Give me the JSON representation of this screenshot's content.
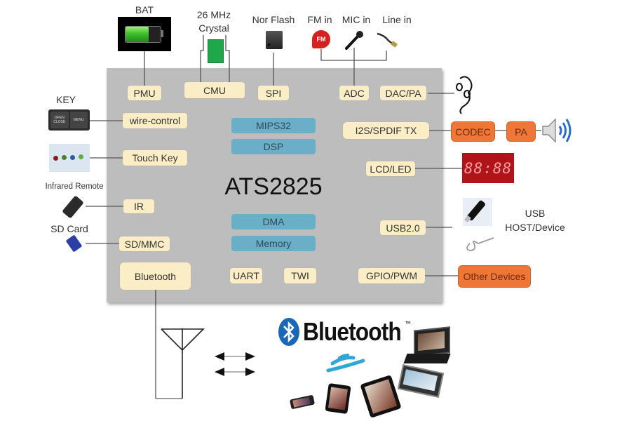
{
  "chip": {
    "name": "ATS2825",
    "core_blocks": [
      "MIPS32",
      "DSP"
    ],
    "memory_blocks": [
      "DMA",
      "Memory"
    ],
    "interfaces": {
      "pmu": "PMU",
      "cmu": "CMU",
      "spi": "SPI",
      "adc": "ADC",
      "dac": "DAC/PA",
      "wire_control": "wire-control",
      "touch_key": "Touch Key",
      "ir": "IR",
      "sdmmc": "SD/MMC",
      "bluetooth": "Bluetooth",
      "uart": "UART",
      "twi": "TWI",
      "i2s": "I2S/SPDIF TX",
      "lcd": "LCD/LED",
      "usb": "USB2.0",
      "gpio": "GPIO/PWM"
    }
  },
  "peripherals": {
    "bat": "BAT",
    "crystal_line1": "26 MHz",
    "crystal_line2": "Crystal",
    "nor_flash": "Nor Flash",
    "fm_in": "FM in",
    "fm_badge": "FM",
    "mic_in": "MIC in",
    "line_in": "Line in",
    "key": "KEY",
    "key_btn1_line1": "OPEN",
    "key_btn1_line2": "CLOSE",
    "key_btn2": "MENU",
    "infrared_remote": "Infrared Remote",
    "sd_card": "SD Card",
    "codec": "CODEC",
    "pa": "PA",
    "led_display": "88:88",
    "usb_line1": "USB",
    "usb_line2": "HOST/Device",
    "other_devices": "Other Devices",
    "bluetooth_logo_text": "Bluetooth",
    "trademark": "™"
  },
  "colors": {
    "chip_bg": "#bdbdbd",
    "interface_chip": "#fbeec6",
    "core_chip": "#6aaec8",
    "external_block": "#ee7738",
    "led_bg": "#b01318",
    "bluetooth_blue": "#1a66b8"
  }
}
